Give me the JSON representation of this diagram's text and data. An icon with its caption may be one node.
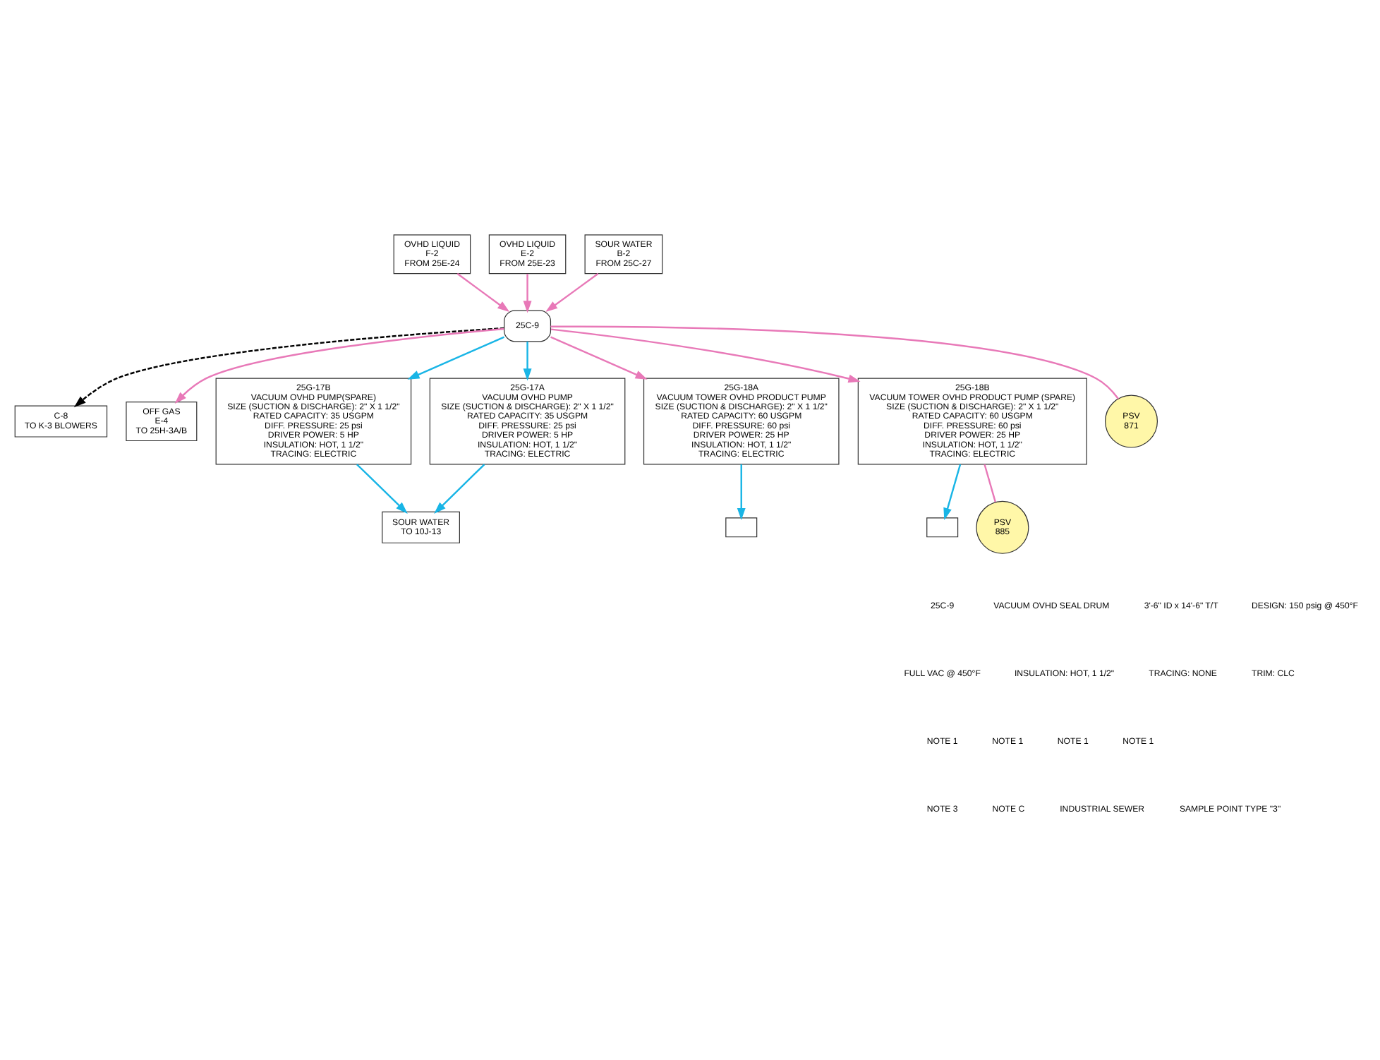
{
  "diagram": {
    "nodes": [
      {
        "text": [
          "25C-9"
        ]
      },
      {
        "text": [
          "OVHD LIQUID",
          "F-2",
          "FROM 25E-24"
        ]
      },
      {
        "text": [
          "OVHD LIQUID",
          "E-2",
          "FROM 25E-23"
        ]
      },
      {
        "text": [
          "SOUR WATER",
          "B-2",
          "FROM 25C-27"
        ]
      },
      {
        "text": [
          "C-8",
          "TO K-3 BLOWERS"
        ]
      },
      {
        "text": [
          "OFF GAS",
          "E-4",
          "TO 25H-3A/B"
        ]
      },
      {
        "text": [
          "25G-17B",
          "VACUUM OVHD PUMP(SPARE)",
          "SIZE (SUCTION & DISCHARGE): 2\" X 1 1/2\"",
          "RATED CAPACITY: 35 USGPM",
          "DIFF. PRESSURE: 25 psi",
          "DRIVER POWER: 5 HP",
          "INSULATION: HOT, 1 1/2\"",
          "TRACING: ELECTRIC"
        ]
      },
      {
        "text": [
          "25G-17A",
          "VACUUM OVHD PUMP",
          "SIZE (SUCTION & DISCHARGE): 2\" X 1 1/2\"",
          "RATED CAPACITY: 35 USGPM",
          "DIFF. PRESSURE: 25 psi",
          "DRIVER POWER: 5 HP",
          "INSULATION: HOT, 1 1/2\"",
          "TRACING: ELECTRIC"
        ]
      },
      {
        "text": [
          "25G-18A",
          "VACUUM TOWER OVHD PRODUCT PUMP",
          "SIZE (SUCTION & DISCHARGE): 2\" X 1 1/2\"",
          "RATED CAPACITY: 60 USGPM",
          "DIFF. PRESSURE: 60 psi",
          "DRIVER POWER: 25 HP",
          "INSULATION: HOT, 1 1/2\"",
          "TRACING: ELECTRIC"
        ]
      },
      {
        "text": [
          "25G-18B",
          "VACUUM TOWER OVHD PRODUCT PUMP (SPARE)",
          "SIZE (SUCTION & DISCHARGE): 2\" X 1 1/2\"",
          "RATED CAPACITY: 60 USGPM",
          "DIFF. PRESSURE: 60 psi",
          "DRIVER POWER: 25 HP",
          "INSULATION: HOT, 1 1/2\"",
          "TRACING: ELECTRIC"
        ]
      },
      {
        "text": [
          "SOUR WATER",
          "TO 10J-13"
        ]
      },
      {
        "text": [],
        "shape": "box"
      },
      {
        "text": [],
        "shape": "box"
      },
      {
        "text": [
          "PSV",
          "871"
        ]
      },
      {
        "text": [
          "PSV",
          "885"
        ]
      }
    ],
    "edges": [
      {
        "from": 1,
        "to": 0,
        "arrow": "to"
      },
      {
        "from": 2,
        "to": 0,
        "arrow": "to"
      },
      {
        "from": 3,
        "to": 0,
        "arrow": "to"
      },
      {
        "from": 0,
        "to": 4,
        "arrow": "to",
        "style": "dashed",
        "color": "#000000"
      },
      {
        "from": 0,
        "to": 5,
        "arrow": "to"
      },
      {
        "from": 0,
        "to": 6,
        "arrow": "to",
        "color": "#19b5e6"
      },
      {
        "from": 0,
        "to": 7,
        "arrow": "to",
        "color": "#19b5e6"
      },
      {
        "from": 0,
        "to": 8,
        "arrow": "to"
      },
      {
        "from": 0,
        "to": 9,
        "arrow": "to"
      },
      {
        "from": 6,
        "to": 10,
        "arrow": "to",
        "color": "#19b5e6"
      },
      {
        "from": 7,
        "to": 10,
        "arrow": "to",
        "color": "#19b5e6"
      },
      {
        "from": 8,
        "to": 11,
        "arrow": "to",
        "color": "#19b5e6"
      },
      {
        "from": 9,
        "to": 12,
        "arrow": "to",
        "color": "#19b5e6"
      },
      {
        "from": 0,
        "to": 13,
        "arrow": "none"
      },
      {
        "from": 9,
        "to": 14,
        "arrow": "none"
      }
    ],
    "labels": [
      "25C-9",
      "VACUUM OVHD SEAL DRUM",
      "3'-6\" ID x 14'-6\" T/T",
      "DESIGN: 150 psig @ 450°F",
      "FULL VAC @ 450°F",
      "INSULATION: HOT, 1 1/2\"",
      "TRACING: NONE",
      "TRIM: CLC",
      "NOTE 1",
      "NOTE 1",
      "NOTE 1",
      "NOTE 1",
      "NOTE 3",
      "NOTE C",
      "INDUSTRIAL SEWER",
      "SAMPLE POINT TYPE \"3\""
    ]
  }
}
